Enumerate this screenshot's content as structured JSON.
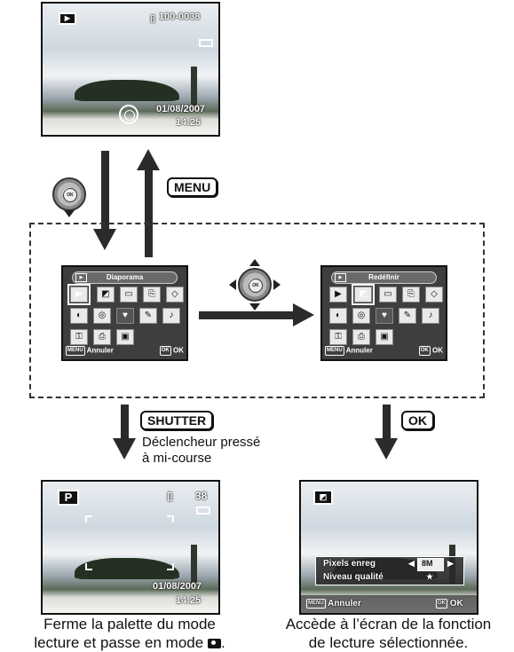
{
  "top_screen": {
    "file_number": "100-0038",
    "date": "01/08/2007",
    "time": "14:25"
  },
  "labels": {
    "menu_button": "MENU",
    "shutter_button": "SHUTTER",
    "ok_button": "OK",
    "half_press_note_line1": "Déclencheur pressé",
    "half_press_note_line2": "à mi-course"
  },
  "palette_left": {
    "title": "Diaporama",
    "footer_cancel_key": "MENU",
    "footer_cancel": "Annuler",
    "footer_ok_key": "OK",
    "footer_ok": "OK"
  },
  "palette_right": {
    "title": "Redéfinir",
    "footer_cancel_key": "MENU",
    "footer_cancel": "Annuler",
    "footer_ok_key": "OK",
    "footer_ok": "OK"
  },
  "bottom_left_screen": {
    "mode": "P",
    "shots_remaining": "38",
    "date": "01/08/2007",
    "time": "14:25"
  },
  "bottom_right_screen": {
    "row1_label": "Pixels enreg",
    "row1_value": "8M",
    "row2_label": "Niveau qualité",
    "row2_value": "★",
    "footer_cancel_key": "MENU",
    "footer_cancel": "Annuler",
    "footer_ok_key": "OK",
    "footer_ok": "OK"
  },
  "captions": {
    "left_line1": "Ferme la palette du mode",
    "left_line2": "lecture et passe en mode",
    "right_line1": "Accède à l’écran de la fonction",
    "right_line2": "de lecture sélectionnée."
  },
  "icons": [
    "playback-icon",
    "four-way-controller-icon",
    "camera-icon",
    "resize-icon",
    "card-icon",
    "battery-icon"
  ]
}
